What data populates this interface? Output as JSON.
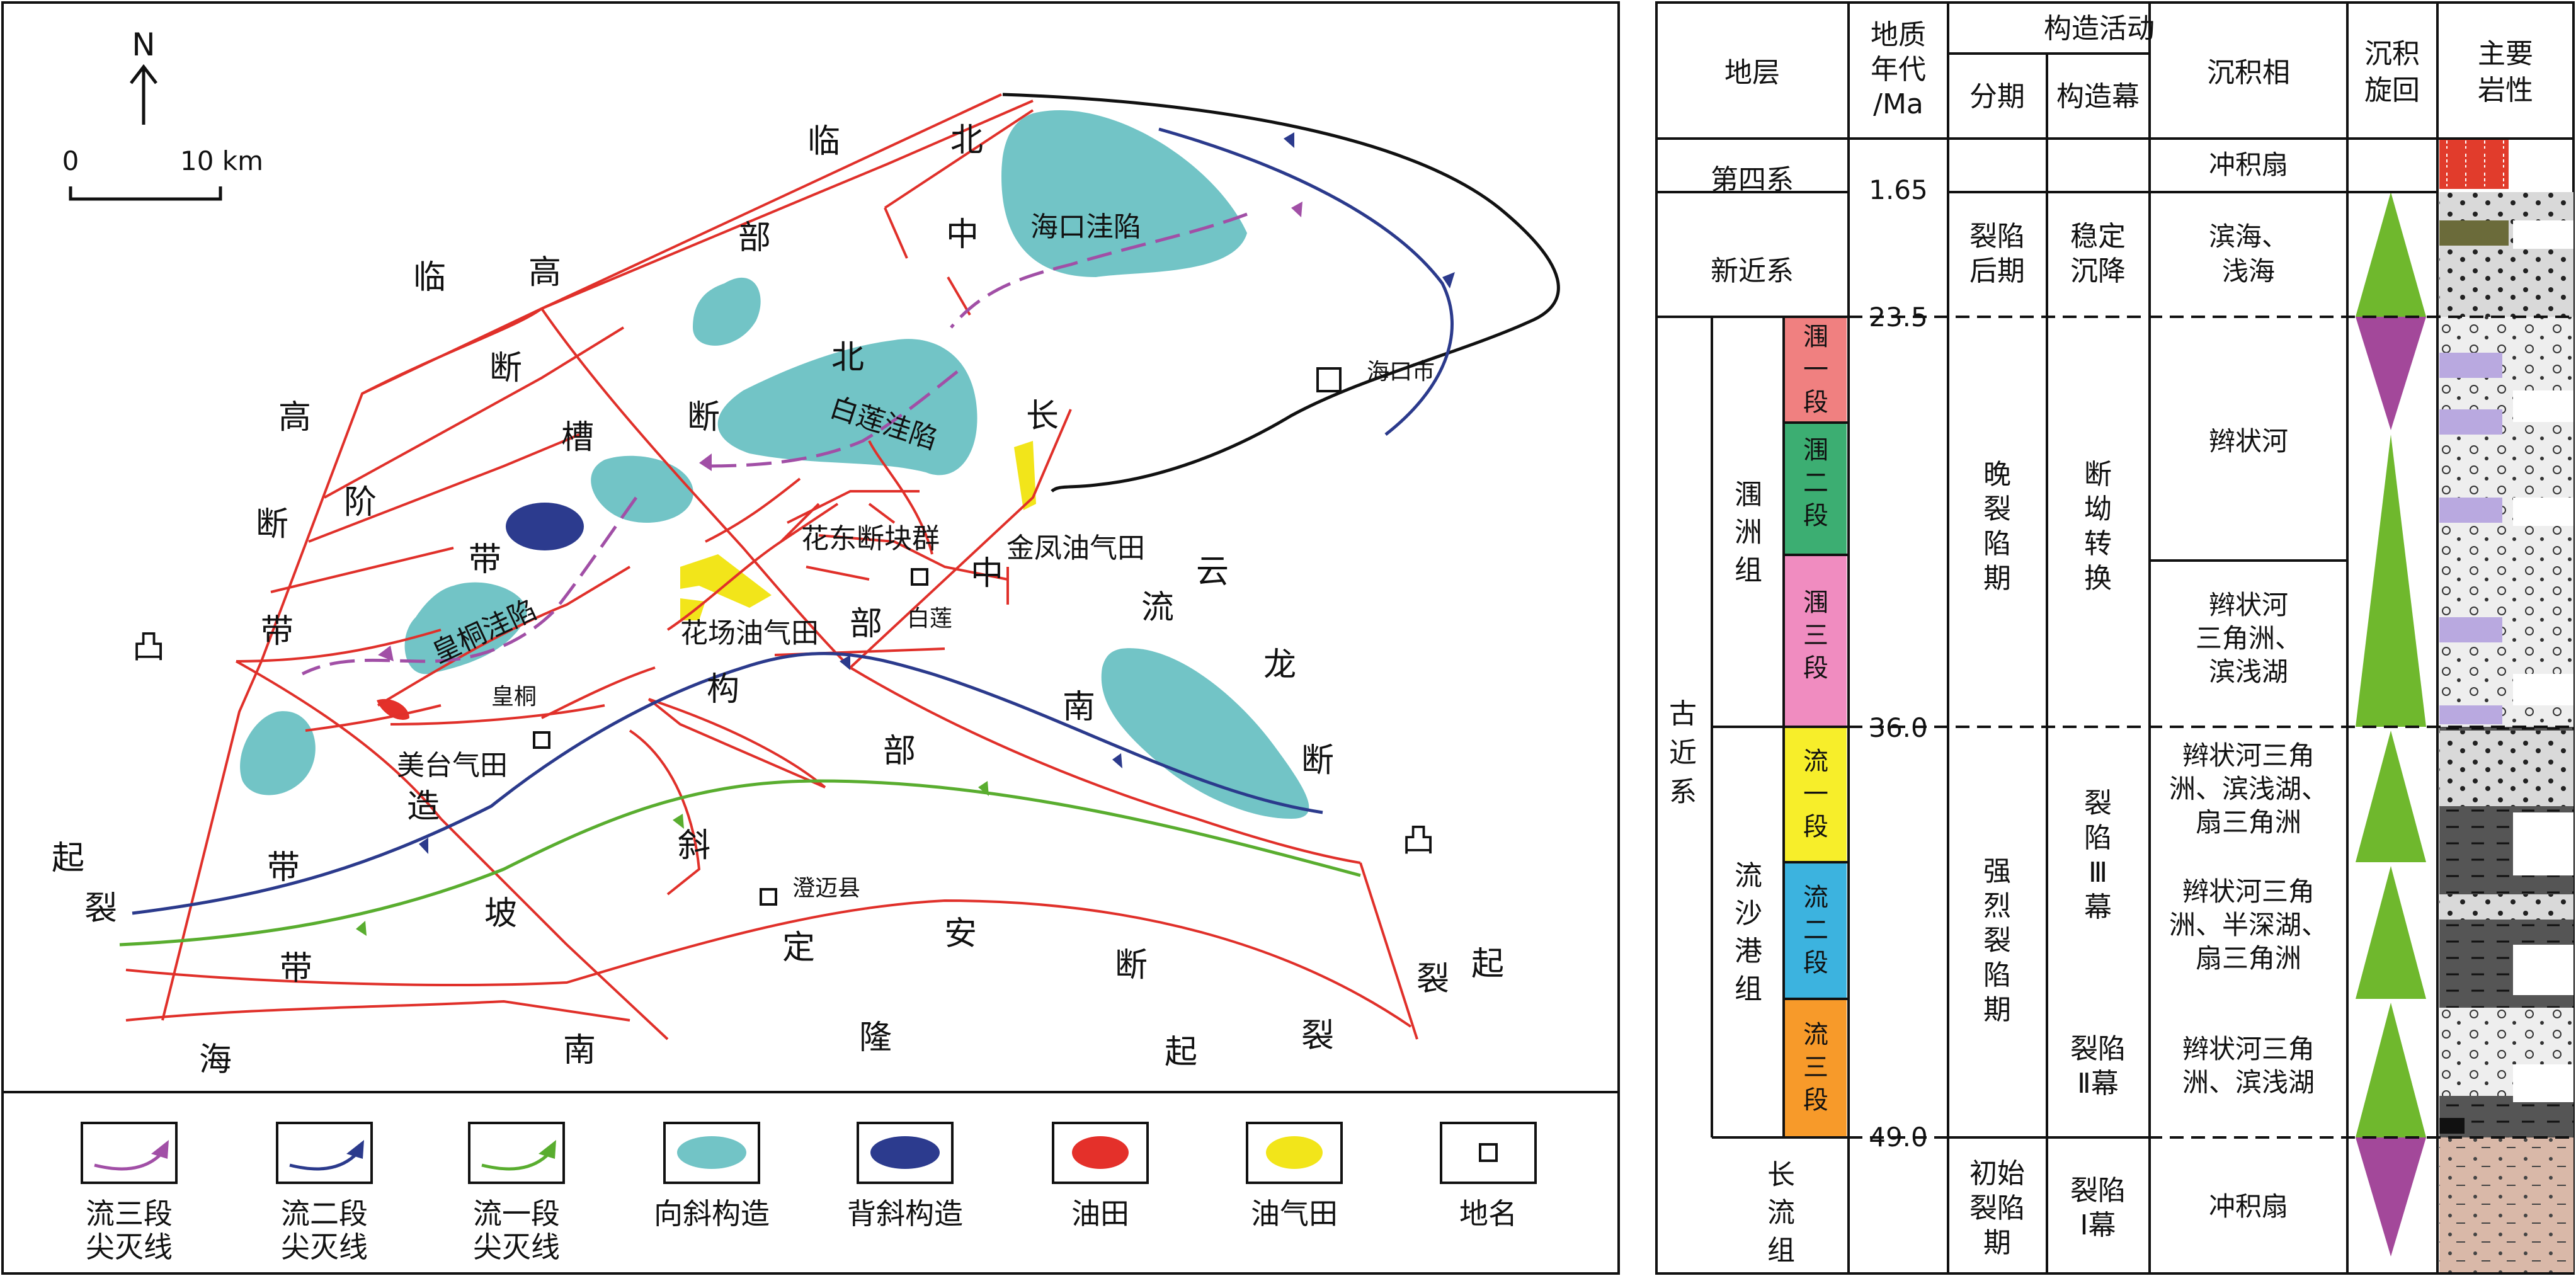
{
  "map": {
    "north": "N",
    "scale": {
      "zero": "0",
      "ten": "10 km"
    },
    "zones": {
      "linGaoDuanTu": [
        "临",
        "高",
        "断",
        "凸"
      ],
      "gaoJieDuanDai": [
        "高",
        "阶",
        "断",
        "带"
      ],
      "lingaoDuanCaoDai": [
        "临",
        "高",
        "断",
        "槽",
        "带"
      ],
      "lingaoBuShangGaoLing": [
        "北",
        "部"
      ],
      "beiBuDuanJie": [
        "北",
        "断",
        "长"
      ],
      "zhongBuGouZaoDai": [
        "中",
        "部",
        "构",
        "造",
        "带"
      ],
      "nanBuXiePoDai": [
        "南",
        "部",
        "斜",
        "坡",
        "带"
      ],
      "yunLongDuanTu": [
        "云",
        "龙",
        "流",
        "断",
        "凸"
      ],
      "qiLieRight": [
        "起",
        "裂"
      ],
      "qiLieLeft": [
        "起",
        "裂"
      ],
      "hainanLongQi": [
        "海",
        "南",
        "隆",
        "起",
        "裂"
      ],
      "dingAnDuanDai": [
        "定",
        "安",
        "断"
      ]
    },
    "features": {
      "haikou_sag": "海口洼陷",
      "bailian_sag": "白莲洼陷",
      "huangtong_sag": "皇桐洼陷",
      "huadong_block": "花东断块群",
      "jinfeng_field": "金凤油气田",
      "huachang_field": "花场油气田",
      "meitai_field": "美台气田"
    },
    "places": {
      "haikou": "海口市",
      "bailian": "白莲",
      "huangtong": "皇桐",
      "chengmai": "澄迈县"
    }
  },
  "legend": [
    {
      "label1": "流三段",
      "label2": "尖灭线",
      "icon": "purple-pinchout-line-icon",
      "color": "#a14fa6"
    },
    {
      "label1": "流二段",
      "label2": "尖灭线",
      "icon": "blue-pinchout-line-icon",
      "color": "#2b3a8c"
    },
    {
      "label1": "流一段",
      "label2": "尖灭线",
      "icon": "green-pinchout-line-icon",
      "color": "#59ad2f"
    },
    {
      "label1": "向斜构造",
      "label2": "",
      "icon": "syncline-icon",
      "color": "#72c4c6"
    },
    {
      "label1": "背斜构造",
      "label2": "",
      "icon": "anticline-icon",
      "color": "#2c3b8e"
    },
    {
      "label1": "油田",
      "label2": "",
      "icon": "oil-field-icon",
      "color": "#e4302a"
    },
    {
      "label1": "油气田",
      "label2": "",
      "icon": "oil-gas-field-icon",
      "color": "#f2e51a"
    },
    {
      "label1": "地名",
      "label2": "",
      "icon": "place-square-icon",
      "color": "#000000"
    }
  ],
  "column": {
    "headers": {
      "strata": "地层",
      "age1": "地质",
      "age2": "年代",
      "age3": "/Ma",
      "tectonic": "构造活动",
      "stage": "分期",
      "episode": "构造幕",
      "facies": "沉积相",
      "cycle1": "沉积",
      "cycle2": "旋回",
      "litho1": "主要",
      "litho2": "岩性"
    },
    "ages": [
      "1.65",
      "23.5",
      "36.0",
      "49.0"
    ],
    "rows": {
      "quaternary": "第四系",
      "neogene": "新近系",
      "paleogene": [
        "古",
        "近",
        "系"
      ],
      "weizhou": [
        "涠",
        "洲",
        "组"
      ],
      "liushagang": [
        "流",
        "沙",
        "港",
        "组"
      ],
      "changliu": [
        "长",
        "流",
        "组"
      ],
      "w1": [
        "涠",
        "一",
        "段"
      ],
      "w2": [
        "涠",
        "二",
        "段"
      ],
      "w3": [
        "涠",
        "三",
        "段"
      ],
      "l1": [
        "流",
        "一",
        "段"
      ],
      "l2": [
        "流",
        "二",
        "段"
      ],
      "l3": [
        "流",
        "三",
        "段"
      ]
    },
    "stages": {
      "post": [
        "裂陷",
        "后期"
      ],
      "late": [
        "晚",
        "裂",
        "陷",
        "期"
      ],
      "strong": [
        "强",
        "烈",
        "裂",
        "陷",
        "期"
      ],
      "initial": [
        "初始",
        "裂陷",
        "期"
      ]
    },
    "episodes": {
      "stable": [
        "稳定",
        "沉降"
      ],
      "transition": [
        "断",
        "坳",
        "转",
        "换"
      ],
      "ep3": [
        "裂",
        "陷",
        "Ⅲ",
        "幕"
      ],
      "ep2": [
        "裂陷",
        "Ⅱ幕"
      ],
      "ep1": [
        "裂陷",
        "Ⅰ幕"
      ]
    },
    "facies": {
      "alluvial_top": "冲积扇",
      "shallow": [
        "滨海、",
        "浅海"
      ],
      "braided": "辫状河",
      "braided_delta": [
        "辫状河",
        "三角洲、",
        "滨浅湖"
      ],
      "l1": [
        "辫状河三角",
        "洲、滨浅湖、",
        "扇三角洲"
      ],
      "l2": [
        "辫状河三角",
        "洲、半深湖、",
        "扇三角洲"
      ],
      "l3": [
        "辫状河三角",
        "洲、滨浅湖"
      ],
      "alluvial_bottom": "冲积扇"
    },
    "colors": {
      "w1": "#f08080",
      "w2": "#3cae72",
      "w3": "#f08cc0",
      "l1": "#f7ee2a",
      "l2": "#3cb3df",
      "l3": "#f79a2a",
      "green_cycle": "#6fb82d",
      "purple_cycle": "#a3489a"
    }
  }
}
